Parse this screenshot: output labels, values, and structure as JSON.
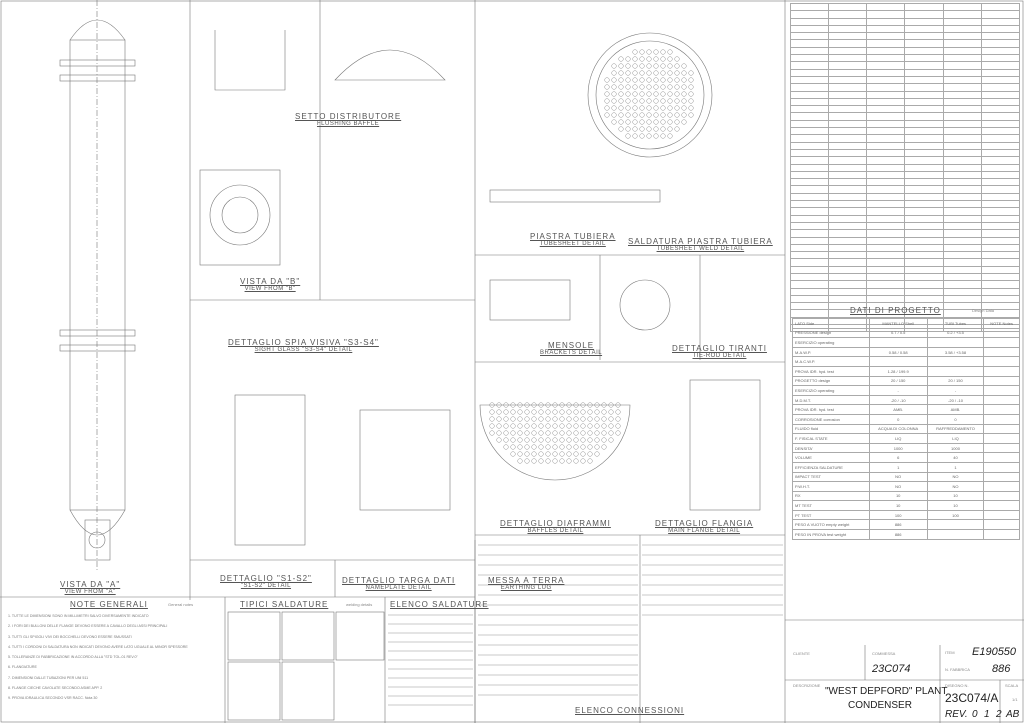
{
  "views": {
    "view_a": {
      "title": "VISTA DA \"A\"",
      "subtitle": "VIEW FROM \"A\""
    },
    "view_b": {
      "title": "VISTA DA \"B\"",
      "subtitle": "VIEW FROM \"B\""
    },
    "baffle": {
      "title": "SETTO DISTRIBUTORE",
      "subtitle": "FLUSHING BAFFLE"
    },
    "sight_glass": {
      "title": "DETTAGLIO SPIA VISIVA \"S3-S4\"",
      "subtitle": "SIGHT GLASS \"S3-S4\" DETAIL"
    },
    "s1s2": {
      "title": "DETTAGLIO \"S1-S2\"",
      "subtitle": "\"S1-S2\" DETAIL"
    },
    "nameplate": {
      "title": "DETTAGLIO TARGA DATI",
      "subtitle": "NAMEPLATE DETAIL"
    },
    "earthing": {
      "title": "MESSA A TERRA",
      "subtitle": "EARTHING LUG"
    },
    "tubesheet": {
      "title": "PIASTRA TUBIERA",
      "subtitle": "TUBESHEET DETAIL"
    },
    "brackets": {
      "title": "MENSOLE",
      "subtitle": "BRACKETS DETAIL"
    },
    "tubesheet_weld": {
      "title": "SALDATURA PIASTRA TUBIERA",
      "subtitle": "TUBESHEET WELD DETAIL"
    },
    "tierod": {
      "title": "DETTAGLIO TIRANTI",
      "subtitle": "TIE-ROD DETAIL"
    },
    "baffles": {
      "title": "DETTAGLIO DIAFRAMMI",
      "subtitle": "BAFFLES DETAIL"
    },
    "flange": {
      "title": "DETTAGLIO FLANGIA",
      "subtitle": "MAIN FLANGE DETAIL"
    },
    "welds": {
      "title": "TIPICI SALDATURE",
      "subtitle": "welding details"
    },
    "weld_list": {
      "title": "ELENCO SALDATURE"
    },
    "connections": {
      "title": "ELENCO CONNESSIONI"
    }
  },
  "notes": {
    "title": "NOTE GENERALI",
    "subtitle": "General notes",
    "items": [
      "1. TUTTE LE DIMENSIONI SONO IN MILLIMETRI SALVO DIVERSAMENTE INDICATO",
      "2. I FORI DEI BULLONI DELLE FLANGE DEVONO ESSERE A CAVALLO DEGLI ASSI PRINCIPALI",
      "3. TUTTI GLI SPIGOLI VIVI DEI BOCCHELLI DEVONO ESSERE SMUSSATI",
      "4. TUTTI I CORDONI DI SALDATURA NON INDICATI DEVONO AVERE LATO UGUALE AL MINOR SPESSORE",
      "5. TOLLERANZE DI FABBRICAZIONE IN ACCORDO ALLA \"STD TOL-01 REV.0\"",
      "6. FLANGIATURE",
      "7. DIMENSIONI DALLE TUBAZIONI PER UNI 511",
      "8. FLANGE CIECHE CAVOLATE SECONDO ASME APP. 2",
      "9. PROVA IDRAULICA SECONDO VSR RACC. Nota 30"
    ]
  },
  "design_data": {
    "title": "DATI DI PROGETTO",
    "subtitle": "Design Data",
    "headers": [
      "LATO Side",
      "MANTELLO Shell",
      "TUBI Tubes",
      "NOTE Notes"
    ],
    "rows": [
      [
        "PRESSIONE design",
        "0.7 / 0.5",
        "0.2 / +3.5",
        ""
      ],
      [
        "ESERCIZIO operating",
        "",
        "",
        ""
      ],
      [
        "M.A.W.P.",
        "0.58 / 0.58",
        "3.58 / +3.58",
        ""
      ],
      [
        "M.A.C.W.P.",
        "",
        "",
        ""
      ],
      [
        "PROVA IDR. hyd. test",
        "1.28 / 199.9",
        "",
        ""
      ],
      [
        "PROGETTO design",
        "20 / 150",
        "20 / 150",
        ""
      ],
      [
        "ESERCIZIO operating",
        "-",
        "-",
        ""
      ],
      [
        "M.D.M.T.",
        "-20 / -10",
        "-20 / -10",
        ""
      ],
      [
        "PROVA IDR. hyd. test",
        "AMB.",
        "AMB.",
        ""
      ],
      [
        "CORROSIONE corrosion",
        "0",
        "0",
        ""
      ],
      [
        "FLUIDO fluid",
        "ACQUA DI COLONNA",
        "RAFFREDDAMENTO",
        ""
      ],
      [
        "F. FISICAL STATE",
        "LIQ",
        "LIQ",
        ""
      ],
      [
        "DENSITA'",
        "1000",
        "1000",
        ""
      ],
      [
        "VOLUME",
        "6",
        "40",
        ""
      ],
      [
        "EFFICIENZA SALDATURE",
        "1",
        "1",
        ""
      ],
      [
        "IMPACT TEST",
        "NO",
        "NO",
        ""
      ],
      [
        "P.W.H.T.",
        "NO",
        "NO",
        ""
      ],
      [
        "RX",
        "10",
        "10",
        ""
      ],
      [
        "MT TEST",
        "10",
        "10",
        ""
      ],
      [
        "PT TEST",
        "100",
        "100",
        ""
      ],
      [
        "PESO A VUOTO empty weight",
        "886",
        "",
        ""
      ],
      [
        "PESO IN PROVA test weight",
        "886",
        "",
        ""
      ]
    ]
  },
  "title_block": {
    "client_label": "CLIENTE",
    "order_label": "COMMESSA",
    "order": "23C074",
    "item_label": "ITEM",
    "item": "E190550",
    "serial_label": "N. FABBRICA",
    "serial": "886",
    "drawing_title_label": "DESCRIZIONE",
    "plant": "\"WEST DEPFORD\" PLANT",
    "equipment": "CONDENSER",
    "drawing_no_label": "DISEGNO N.",
    "drawing_no": "23C074/A",
    "rev_label": "REV.",
    "revisions": [
      "0",
      "1",
      "2",
      "AB"
    ],
    "scale_label": "SCALA",
    "sheet": "1/1"
  }
}
